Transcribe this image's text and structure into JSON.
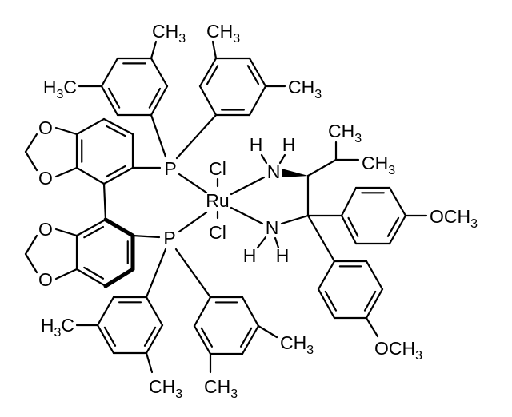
{
  "title": "Ru(II) dichloride complex with (S)-DM-SEGPHOS-type bisphosphine and chiral diamine",
  "labels": {
    "ch3_a_top": "CH3",
    "h3c_a_left": "H3C",
    "ch3_b_top": "CH3",
    "ch3_b_right": "CH3",
    "p_top": "P",
    "p_bottom": "P",
    "ru": "Ru",
    "cl_top": "Cl",
    "cl_bottom": "Cl",
    "n_top": "N",
    "n_bottom": "N",
    "h_n_top_left": "H",
    "h_n_top_right": "H",
    "h_n_bottom_left": "H",
    "h_n_bottom_right": "H",
    "o_c_top": "O",
    "o_c_bottom": "O",
    "o_d_top": "O",
    "o_d_bottom": "O",
    "ch3_iso_top": "CH3",
    "ch3_iso_right": "CH3",
    "och3_upper": "OCH3",
    "och3_lower": "OCH3",
    "h3c_e_left": "H3C",
    "ch3_e_bottom": "CH3",
    "ch3_f_bottom": "CH3",
    "ch3_f_right": "CH3"
  },
  "colors": {
    "ink": "#000000",
    "background": "#ffffff"
  }
}
